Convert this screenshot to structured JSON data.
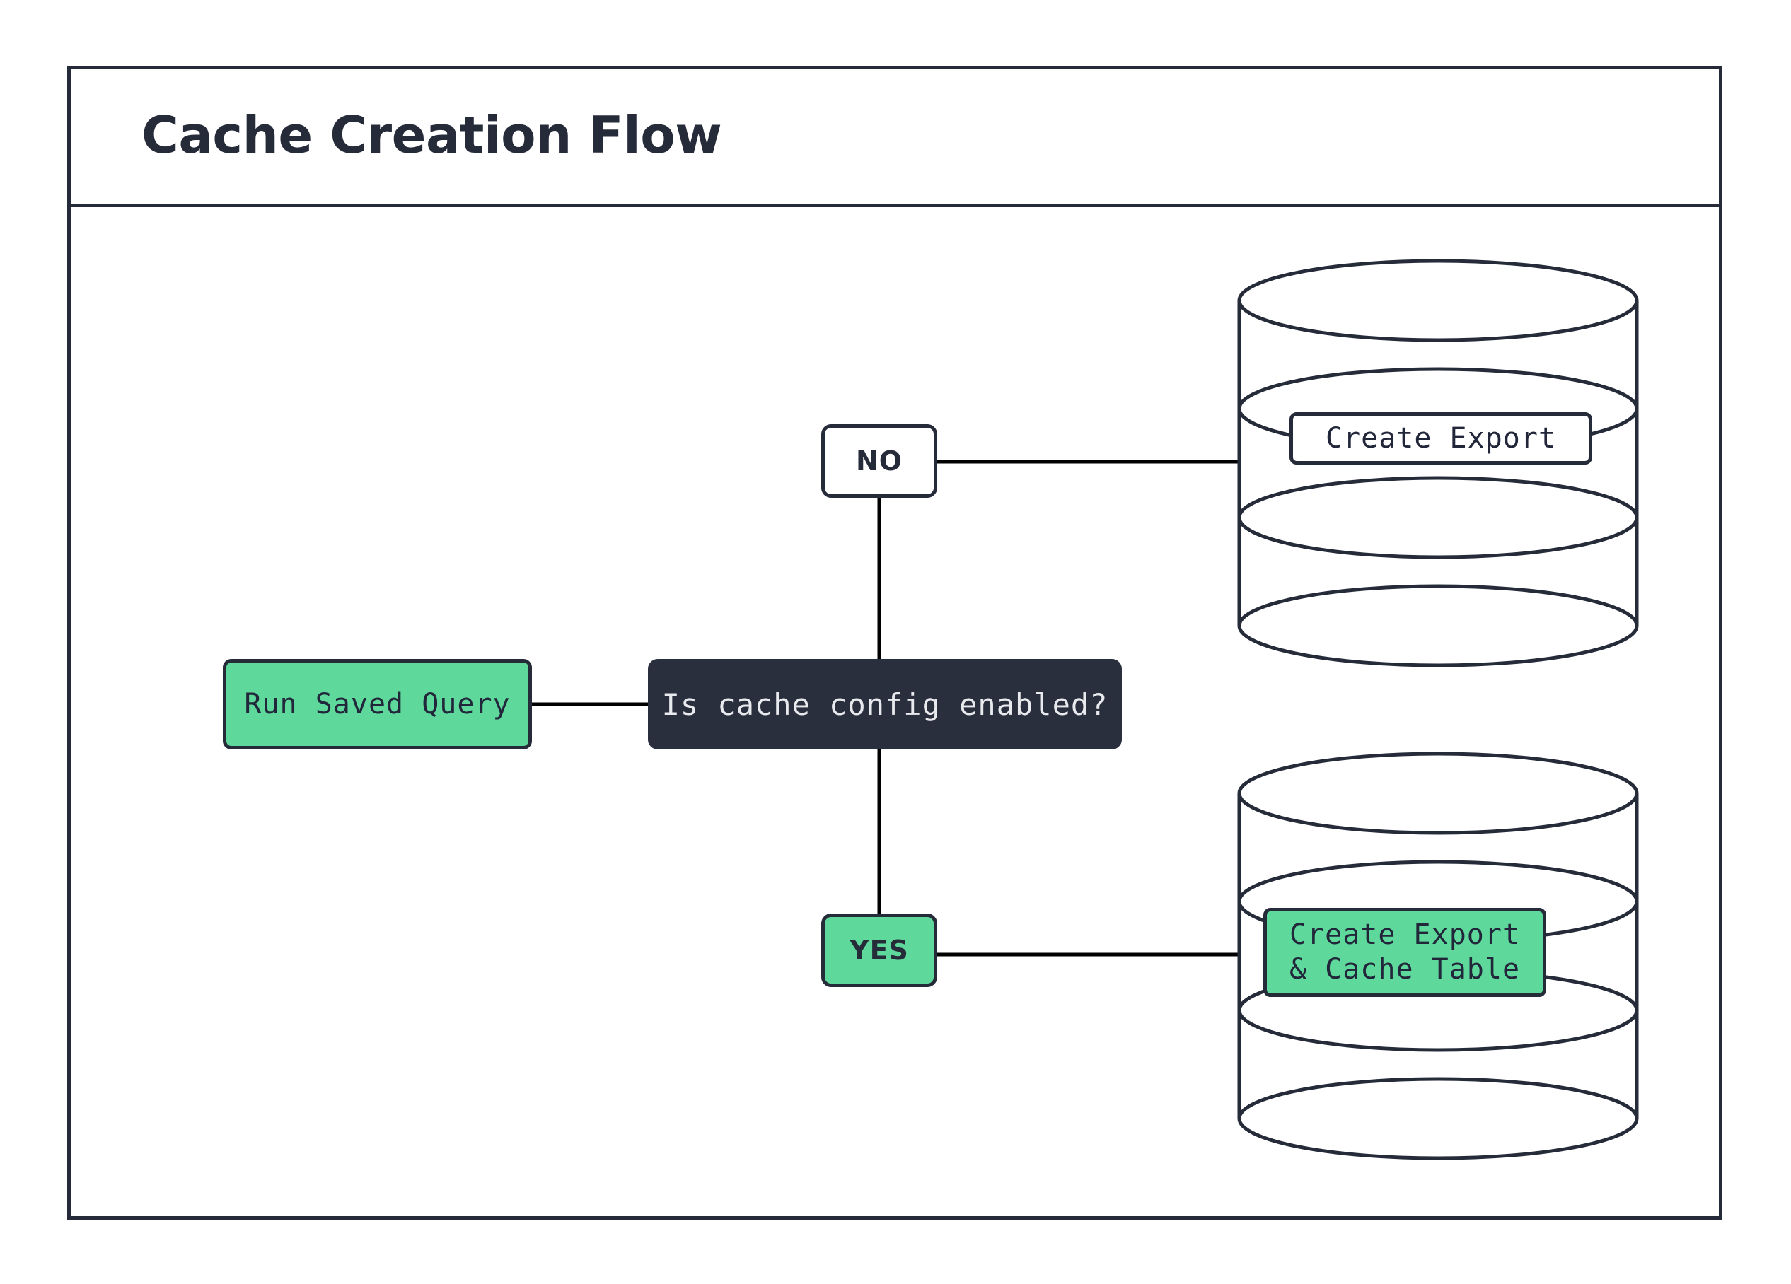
{
  "diagram": {
    "title": "Cache Creation Flow",
    "type": "flowchart",
    "colors": {
      "accent_green": "#5FD99B",
      "dark_node": "#2A2F3E",
      "stroke": "#262B3A",
      "link": "#000000",
      "canvas": "#FFFFFF"
    }
  },
  "nodes": {
    "run_saved_query": {
      "label": "Run Saved Query",
      "shape": "rounded-rect",
      "fill": "green"
    },
    "decision": {
      "label": "Is cache config enabled?",
      "shape": "rounded-rect",
      "fill": "dark"
    },
    "branch_no": {
      "label": "NO",
      "shape": "rounded-rect",
      "fill": "white"
    },
    "branch_yes": {
      "label": "YES",
      "shape": "rounded-rect",
      "fill": "green"
    },
    "db_export": {
      "label": "Create Export",
      "shape": "database-cylinder",
      "fill": "white"
    },
    "db_export_cache": {
      "label_line1": "Create Export",
      "label_line2": "& Cache Table",
      "shape": "database-cylinder",
      "fill": "green"
    }
  },
  "edges": [
    {
      "from": "run_saved_query",
      "to": "decision",
      "label": ""
    },
    {
      "from": "decision",
      "to": "branch_no",
      "label": ""
    },
    {
      "from": "decision",
      "to": "branch_yes",
      "label": ""
    },
    {
      "from": "branch_no",
      "to": "db_export",
      "label": ""
    },
    {
      "from": "branch_yes",
      "to": "db_export_cache",
      "label": ""
    }
  ]
}
